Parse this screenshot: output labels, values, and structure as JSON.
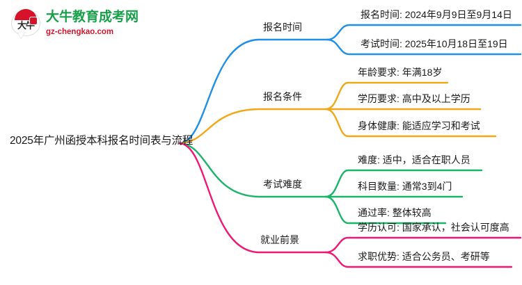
{
  "logo": {
    "mark_glyph": "大牛",
    "title": "大牛教育成考网",
    "subtitle": "gz-chengkao.com",
    "title_color": "#16a04a",
    "subtitle_color": "#d7132a",
    "cap_color": "#d7132a"
  },
  "mindmap": {
    "root": {
      "label": "2025年广州函授本科报名时间表与流程"
    },
    "branches": [
      {
        "label": "报名时间",
        "color": "#1e90e8",
        "children": [
          {
            "label": "报名时间: 2024年9月9日至9月14日"
          },
          {
            "label": "考试时间: 2025年10月18日至19日"
          }
        ]
      },
      {
        "label": "报名条件",
        "color": "#f0a818",
        "children": [
          {
            "label": "年龄要求: 年满18岁"
          },
          {
            "label": "学历要求: 高中及以上学历"
          },
          {
            "label": "身体健康: 能适应学习和考试"
          }
        ]
      },
      {
        "label": "考试难度",
        "color": "#19b569",
        "children": [
          {
            "label": "难度: 适中，适合在职人员"
          },
          {
            "label": "科目数量: 通常3到4门"
          },
          {
            "label": "通过率: 整体较高"
          }
        ]
      },
      {
        "label": "就业前景",
        "color": "#f01775",
        "children": [
          {
            "label": "学历认可: 国家承认，社会认可度高"
          },
          {
            "label": "求职优势: 适合公务员、考研等"
          }
        ]
      }
    ]
  }
}
